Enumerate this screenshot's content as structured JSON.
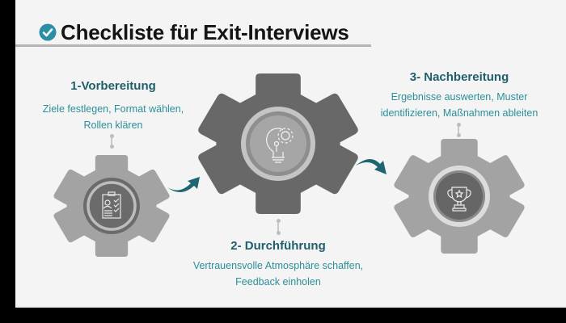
{
  "header": {
    "title": "Checkliste für Exit-Interviews",
    "icon": "check-circle-icon"
  },
  "colors": {
    "accent_dark": "#1f5f6c",
    "accent_text": "#2b8f99",
    "arrow": "#1f6673",
    "check_icon": "#2a8fa6",
    "gear_light": "#a3a3a3",
    "gear_dark": "#686868",
    "background": "#f4f4f4"
  },
  "steps": [
    {
      "heading": "1-Vorbereitung",
      "description_line1": "Ziele festlegen, Format wählen,",
      "description_line2": "Rollen klären",
      "icon": "clipboard-checklist-icon"
    },
    {
      "heading": "2- Durchführung",
      "description_line1": "Vertrauensvolle Atmosphäre schaffen,",
      "description_line2": "Feedback einholen",
      "icon": "lightbulb-gear-icon"
    },
    {
      "heading": "3- Nachbereitung",
      "description_line1": "Ergebnisse auswerten, Muster",
      "description_line2": "identifizieren, Maßnahmen ableiten",
      "icon": "trophy-icon"
    }
  ],
  "arrows": [
    "curved-arrow-up-right-icon",
    "curved-arrow-down-right-icon"
  ]
}
